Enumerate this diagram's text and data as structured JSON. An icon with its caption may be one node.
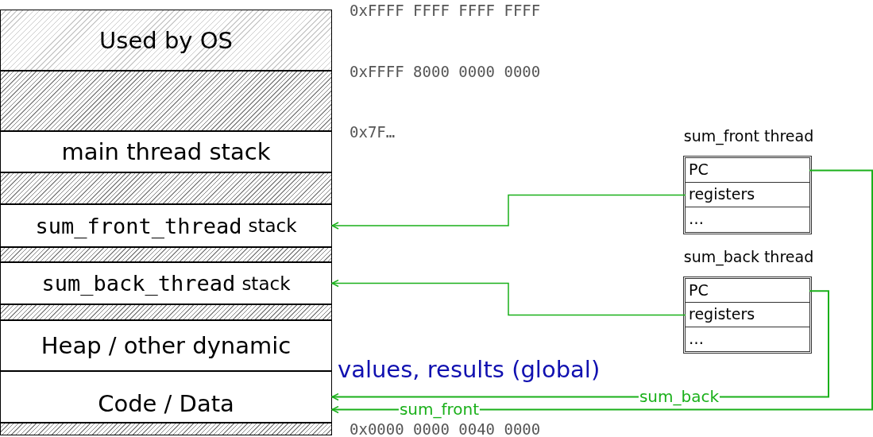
{
  "diagram": {
    "nodes": [
      {
        "text": [
          "Used by OS"
        ]
      },
      {
        "text": [],
        "shape": "bar"
      },
      {
        "text": [
          "main thread stack"
        ]
      },
      {
        "text": [],
        "shape": "bar"
      },
      {
        "text": [
          "sum_front_thread",
          "stack"
        ]
      },
      {
        "text": [],
        "shape": "bar"
      },
      {
        "text": [
          "sum_back_thread",
          "stack"
        ]
      },
      {
        "text": [],
        "shape": "bar"
      },
      {
        "text": [
          "Heap / other dynamic"
        ]
      },
      {
        "text": [
          "values, results (global)"
        ]
      },
      {
        "text": [
          "Code / Data"
        ]
      },
      {
        "text": [],
        "shape": "bar"
      },
      {
        "text": [
          "sum_front thread"
        ]
      },
      {
        "text": [
          "PC"
        ],
        "in": 12
      },
      {
        "text": [
          "registers"
        ],
        "in": 12
      },
      {
        "text": [
          "…"
        ],
        "in": 12
      },
      {
        "text": [
          "sum_back thread"
        ]
      },
      {
        "text": [
          "PC"
        ],
        "in": 16
      },
      {
        "text": [
          "registers"
        ],
        "in": 16
      },
      {
        "text": [
          "…"
        ],
        "in": 16
      }
    ],
    "edges": [
      {
        "from": 14,
        "to": 4,
        "arrow": "to"
      },
      {
        "from": 18,
        "to": 6,
        "arrow": "to"
      },
      {
        "from": 17,
        "to": 10,
        "arrow": "to",
        "label": "sum_back"
      },
      {
        "from": 13,
        "to": 10,
        "arrow": "to",
        "label": "sum_front"
      }
    ],
    "labels": [
      "0xFFFF FFFF FFFF FFFF",
      "0xFFFF 8000 0000 0000",
      "0x7F…",
      "0x0000 0000 0040 0000"
    ]
  }
}
